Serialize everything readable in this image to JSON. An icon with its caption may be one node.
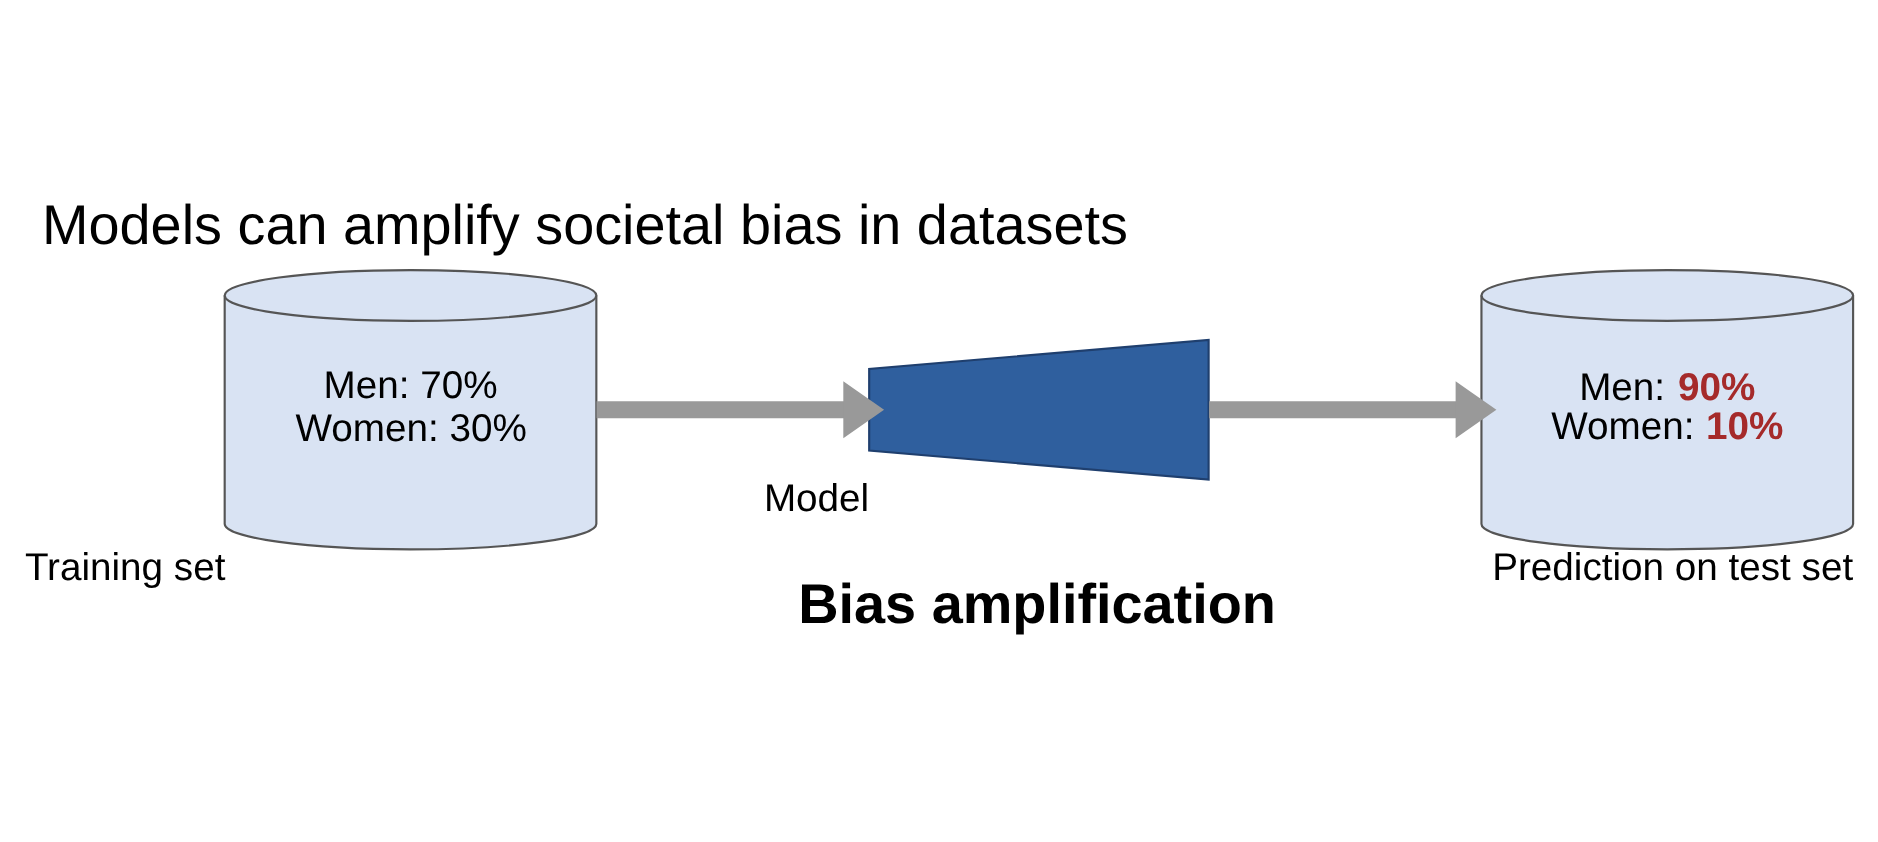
{
  "diagram": {
    "title": "Models can amplify societal bias in datasets",
    "caption": "Bias amplification",
    "nodes": [
      {
        "text": [
          "Men: 70%",
          "Women: 30%"
        ],
        "beside": [
          "Training set"
        ]
      },
      {
        "text": [],
        "shape": "trapezoid",
        "beside": [
          "Model"
        ]
      },
      {
        "text": [
          "Men: **90%**",
          "Women: **10%**"
        ],
        "beside": [
          "Prediction on test set"
        ]
      }
    ],
    "edges": [
      {
        "from": 0,
        "to": 1,
        "arrow": "to"
      },
      {
        "from": 1,
        "to": 2,
        "arrow": "to"
      }
    ]
  }
}
